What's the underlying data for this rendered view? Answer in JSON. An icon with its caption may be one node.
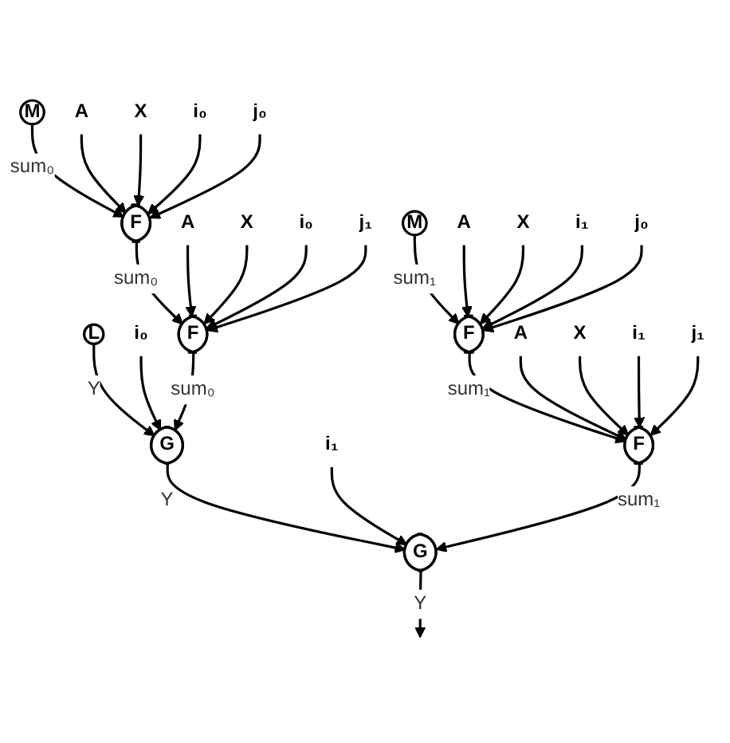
{
  "diagram": {
    "nodes": [
      {
        "text": [
          "M"
        ]
      },
      {
        "text": [
          "M"
        ]
      },
      {
        "text": [
          "A"
        ]
      },
      {
        "text": [
          "X"
        ]
      },
      {
        "text": [
          "i₀"
        ]
      },
      {
        "text": [
          "j₀"
        ]
      },
      {
        "text": [
          "A"
        ]
      },
      {
        "text": [
          "X"
        ]
      },
      {
        "text": [
          "i₁"
        ]
      },
      {
        "text": [
          "j₀"
        ]
      },
      {
        "text": [
          "F"
        ]
      },
      {
        "text": [
          "F"
        ]
      },
      {
        "text": [
          "L"
        ]
      },
      {
        "text": [
          "A"
        ]
      },
      {
        "text": [
          "X"
        ]
      },
      {
        "text": [
          "i₀"
        ]
      },
      {
        "text": [
          "j₁"
        ]
      },
      {
        "text": [
          "A"
        ]
      },
      {
        "text": [
          "X"
        ]
      },
      {
        "text": [
          "i₁"
        ]
      },
      {
        "text": [
          "j₁"
        ]
      },
      {
        "text": [
          "F"
        ]
      },
      {
        "text": [
          "F"
        ]
      },
      {
        "text": [
          "i₀"
        ]
      },
      {
        "text": [
          "G"
        ]
      },
      {
        "text": [
          "i₁"
        ]
      },
      {
        "text": [
          "G"
        ]
      }
    ],
    "edges": [
      {
        "from": 0,
        "to": 10,
        "arrow": "to",
        "label": "sum₀"
      },
      {
        "from": 2,
        "to": 10,
        "arrow": "to"
      },
      {
        "from": 3,
        "to": 10,
        "arrow": "to"
      },
      {
        "from": 4,
        "to": 10,
        "arrow": "to"
      },
      {
        "from": 5,
        "to": 10,
        "arrow": "to"
      },
      {
        "from": 1,
        "to": 11,
        "arrow": "to",
        "label": "sum₁"
      },
      {
        "from": 6,
        "to": 11,
        "arrow": "to"
      },
      {
        "from": 7,
        "to": 11,
        "arrow": "to"
      },
      {
        "from": 8,
        "to": 11,
        "arrow": "to"
      },
      {
        "from": 9,
        "to": 11,
        "arrow": "to"
      },
      {
        "from": 10,
        "to": 21,
        "arrow": "to",
        "label": "sum₀"
      },
      {
        "from": 13,
        "to": 21,
        "arrow": "to"
      },
      {
        "from": 14,
        "to": 21,
        "arrow": "to"
      },
      {
        "from": 15,
        "to": 21,
        "arrow": "to"
      },
      {
        "from": 16,
        "to": 21,
        "arrow": "to"
      },
      {
        "from": 11,
        "to": 22,
        "arrow": "to",
        "label": "sum₁"
      },
      {
        "from": 17,
        "to": 22,
        "arrow": "to"
      },
      {
        "from": 18,
        "to": 22,
        "arrow": "to"
      },
      {
        "from": 19,
        "to": 22,
        "arrow": "to"
      },
      {
        "from": 20,
        "to": 22,
        "arrow": "to"
      },
      {
        "from": 12,
        "to": 24,
        "arrow": "to",
        "label": "Y"
      },
      {
        "from": 23,
        "to": 24,
        "arrow": "to"
      },
      {
        "from": 21,
        "to": 24,
        "arrow": "to",
        "label": "sum₀"
      },
      {
        "from": 24,
        "to": 26,
        "arrow": "to",
        "label": "Y"
      },
      {
        "from": 25,
        "to": 26,
        "arrow": "to"
      },
      {
        "from": 22,
        "to": 26,
        "arrow": "to",
        "label": "sum₁"
      },
      {
        "from": 26,
        "to": null,
        "arrow": "to",
        "label": "Y"
      }
    ]
  }
}
